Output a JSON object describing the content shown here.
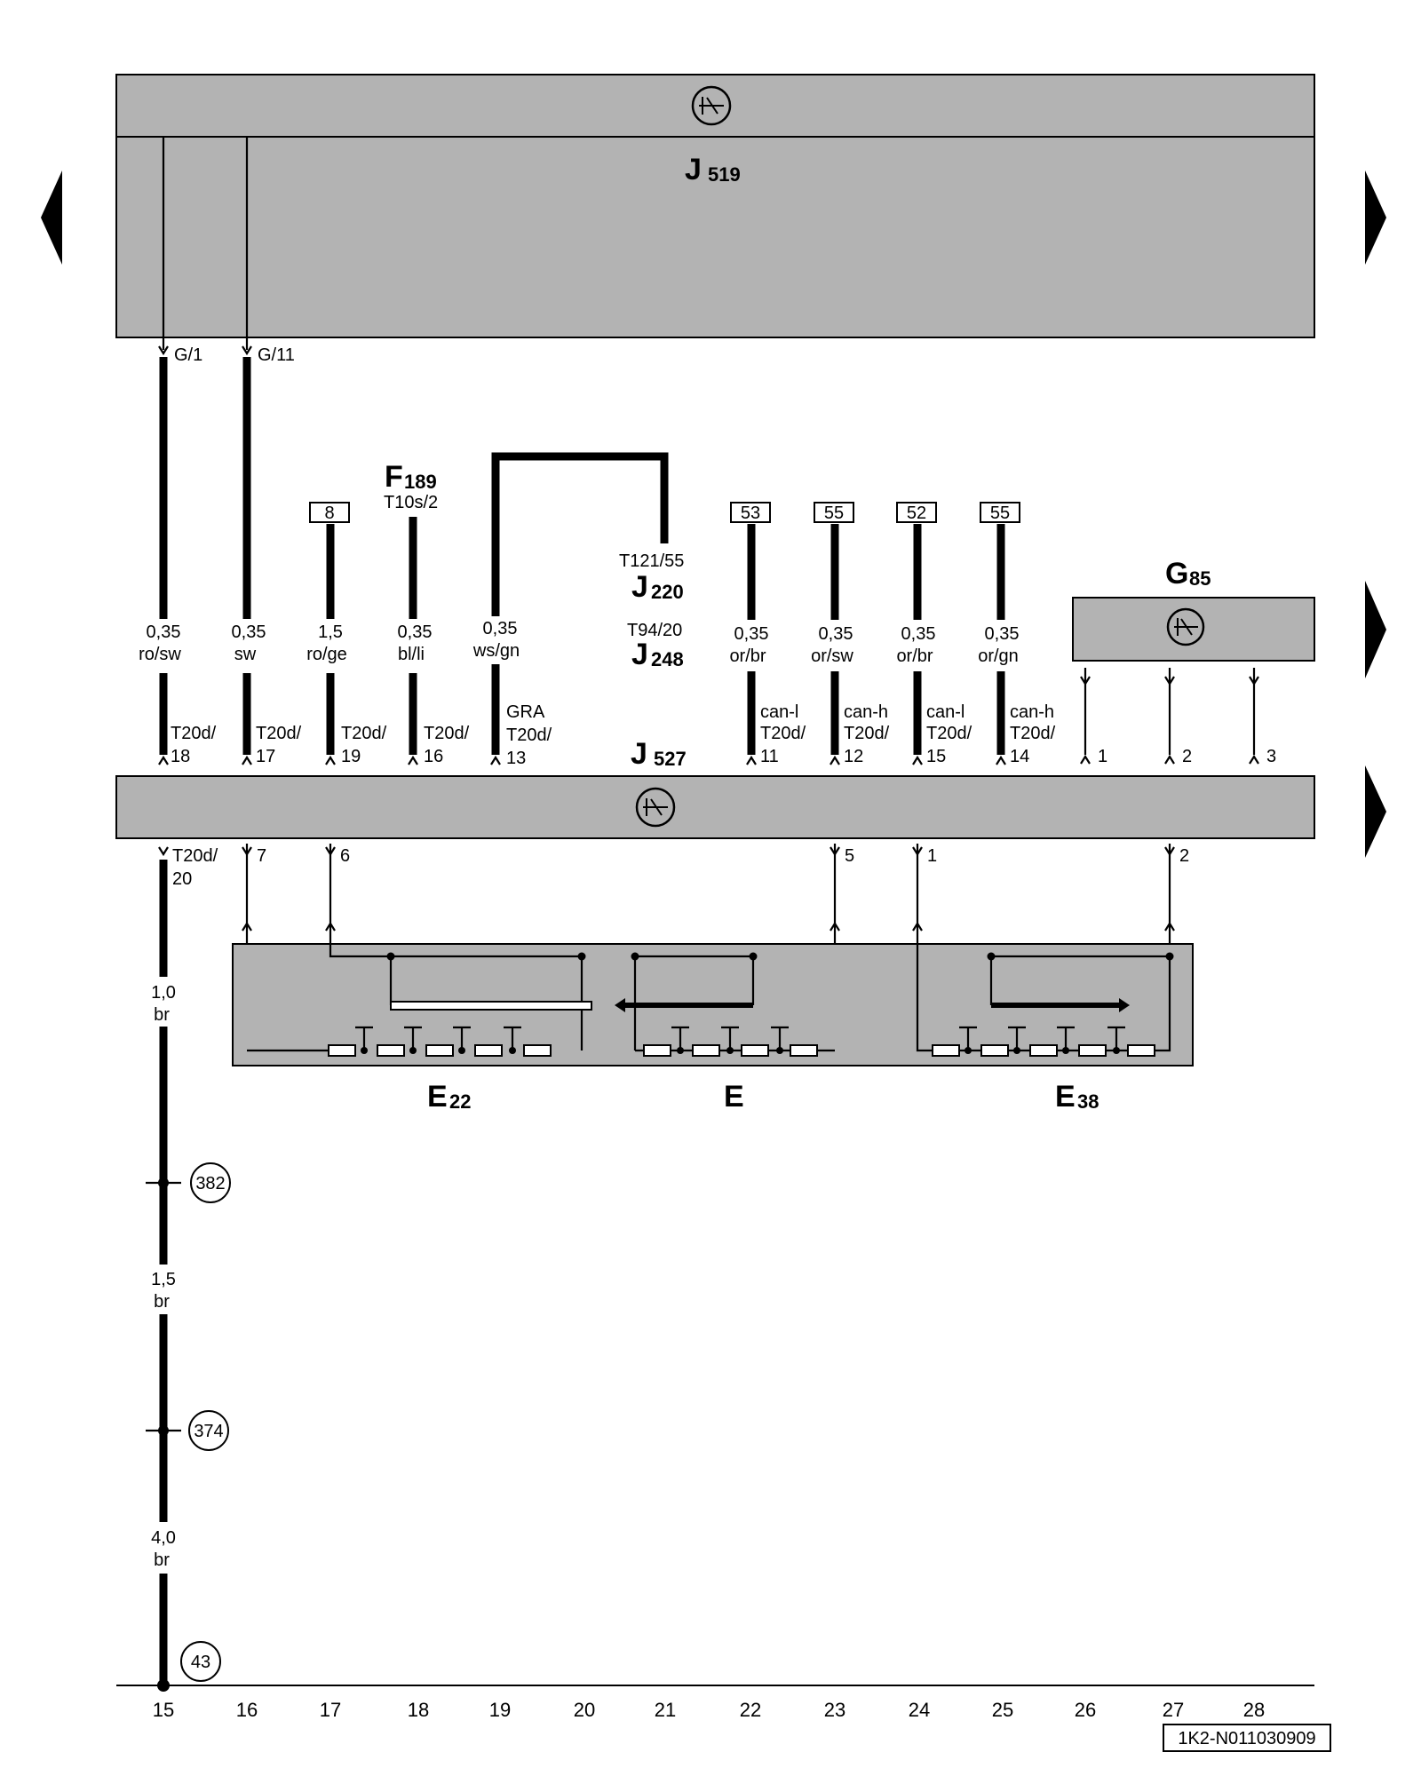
{
  "components": {
    "j519": {
      "letter": "J",
      "num": "519"
    },
    "j527": {
      "letter": "J",
      "num": "527"
    },
    "g85": {
      "letter": "G",
      "num": "85"
    },
    "f189": {
      "letter": "F",
      "num": "189"
    },
    "f189_conn": "T10s/2",
    "j220": {
      "letter": "J",
      "num": "220"
    },
    "j220_conn": "T121/55",
    "j248": {
      "letter": "J",
      "num": "248"
    },
    "j248_conn": "T94/20",
    "e22": {
      "letter": "E",
      "num": "22"
    },
    "e": {
      "letter": "E",
      "num": ""
    },
    "e38": {
      "letter": "E",
      "num": "38"
    },
    "gra": "GRA"
  },
  "j519_pins": [
    "G/1",
    "G/11"
  ],
  "refs": [
    "8",
    "53",
    "55",
    "52",
    "55"
  ],
  "wires": [
    {
      "size": "0,35",
      "color": "ro/sw",
      "pin_a": "T20d/",
      "pin_b": "18"
    },
    {
      "size": "0,35",
      "color": "sw",
      "pin_a": "T20d/",
      "pin_b": "17"
    },
    {
      "size": "1,5",
      "color": "ro/ge",
      "pin_a": "T20d/",
      "pin_b": "19"
    },
    {
      "size": "0,35",
      "color": "bl/li",
      "pin_a": "T20d/",
      "pin_b": "16"
    },
    {
      "size": "0,35",
      "color": "ws/gn",
      "pin_a": "T20d/",
      "pin_b": "13"
    },
    {
      "size": "0,35",
      "color": "or/br",
      "bus": "can-l",
      "pin_a": "T20d/",
      "pin_b": "11"
    },
    {
      "size": "0,35",
      "color": "or/sw",
      "bus": "can-h",
      "pin_a": "T20d/",
      "pin_b": "12"
    },
    {
      "size": "0,35",
      "color": "or/br",
      "bus": "can-l",
      "pin_a": "T20d/",
      "pin_b": "15"
    },
    {
      "size": "0,35",
      "color": "or/gn",
      "bus": "can-h",
      "pin_a": "T20d/",
      "pin_b": "14"
    }
  ],
  "g85_pins": [
    "1",
    "2",
    "3"
  ],
  "lower_pins": [
    "T20d/",
    "20",
    "7",
    "6",
    "5",
    "1",
    "2"
  ],
  "ground_segments": [
    {
      "size": "1,0",
      "color": "br"
    },
    {
      "size": "1,5",
      "color": "br"
    },
    {
      "size": "4,0",
      "color": "br"
    }
  ],
  "connectors": [
    "382",
    "374",
    "43"
  ],
  "columns": [
    "15",
    "16",
    "17",
    "18",
    "19",
    "20",
    "21",
    "22",
    "23",
    "24",
    "25",
    "26",
    "27",
    "28"
  ],
  "code": "1K2-N011030909",
  "colors": {
    "module_fill": "#b3b3b3",
    "line": "#000000",
    "background": "#ffffff"
  }
}
